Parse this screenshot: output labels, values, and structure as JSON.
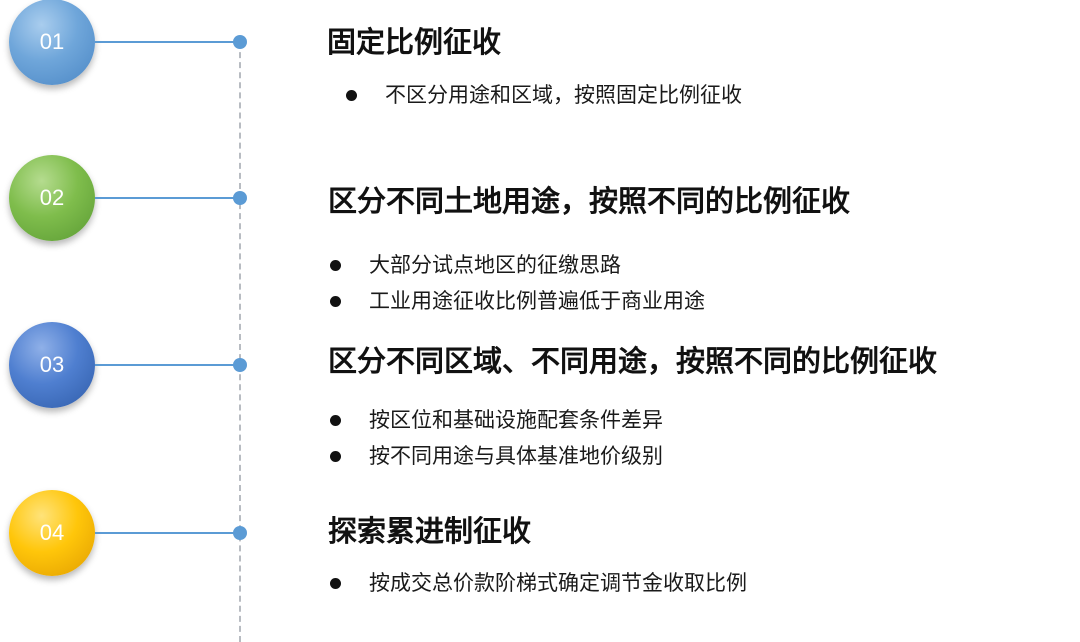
{
  "steps": [
    {
      "number": "01",
      "color": "#5b9bd5",
      "title": "固定比例征收",
      "bullets": [
        "不区分用途和区域，按照固定比例征收"
      ]
    },
    {
      "number": "02",
      "color": "#70ad47",
      "title": "区分不同土地用途，按照不同的比例征收",
      "bullets": [
        "大部分试点地区的征缴思路",
        "工业用途征收比例普遍低于商业用途"
      ]
    },
    {
      "number": "03",
      "color": "#4472c4",
      "title": "区分不同区域、不同用途，按照不同的比例征收",
      "bullets": [
        "按区位和基础设施配套条件差异",
        "按不同用途与具体基准地价级别"
      ]
    },
    {
      "number": "04",
      "color": "#ffc000",
      "title": "探索累进制征收",
      "bullets": [
        "按成交总价款阶梯式确定调节金收取比例"
      ]
    }
  ]
}
